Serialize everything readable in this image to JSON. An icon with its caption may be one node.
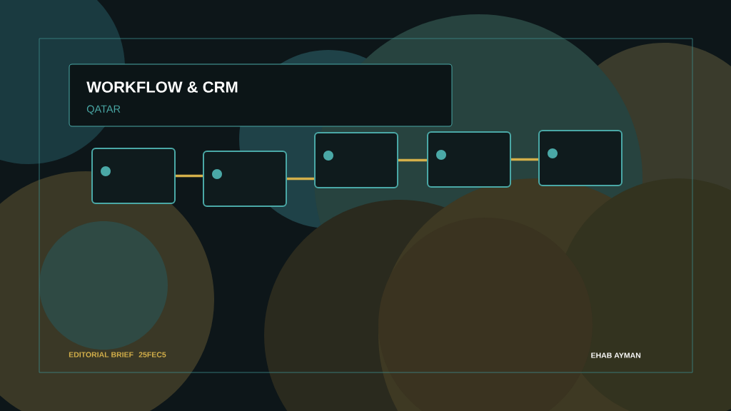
{
  "diagram": {
    "nodes": [
      {
        "text": [
          "WORKFLOW & CRM",
          "QATAR"
        ]
      },
      {
        "text": [],
        "shape": "box"
      },
      {
        "text": [],
        "shape": "box"
      },
      {
        "text": [],
        "shape": "box"
      },
      {
        "text": [],
        "shape": "box"
      },
      {
        "text": [],
        "shape": "box"
      }
    ],
    "edges": [
      {
        "from": 1,
        "to": 2,
        "arrow": "none"
      },
      {
        "from": 2,
        "to": 3,
        "arrow": "none"
      },
      {
        "from": 3,
        "to": 4,
        "arrow": "none"
      },
      {
        "from": 4,
        "to": 5,
        "arrow": "none"
      }
    ],
    "labels": [
      "EDITORIAL BRIEF",
      "25FEC5",
      "EHAB AYMAN"
    ]
  }
}
